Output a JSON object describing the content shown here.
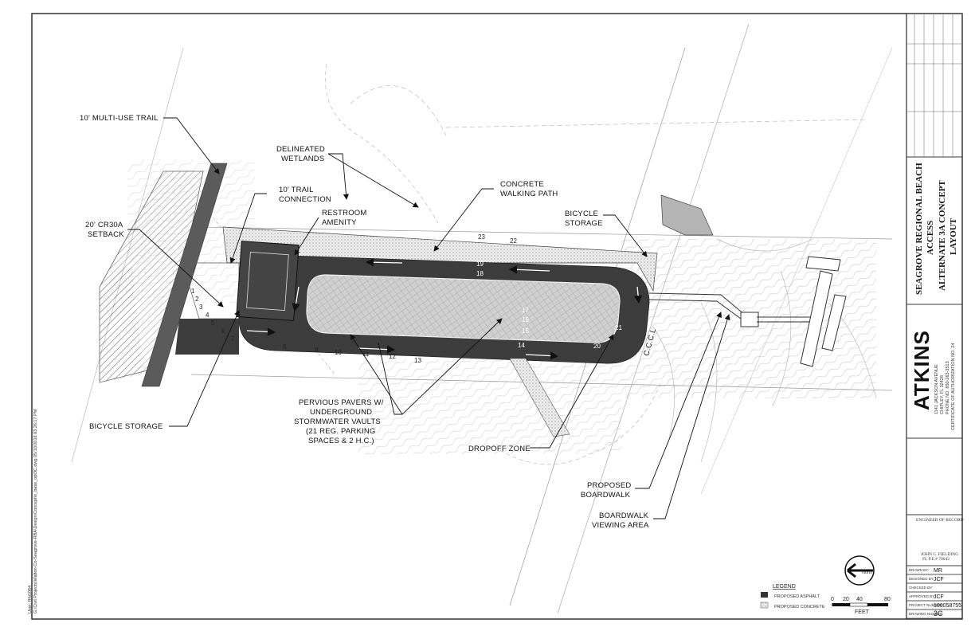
{
  "labels": {
    "trail": "10' MULTI-USE TRAIL",
    "wetlands_1": "DELINEATED",
    "wetlands_2": "WETLANDS",
    "trail_conn_1": "10' TRAIL",
    "trail_conn_2": "CONNECTION",
    "restroom_1": "RESTROOM",
    "restroom_2": "AMENITY",
    "setback_1": "20' CR30A",
    "setback_2": "SETBACK",
    "walk_1": "CONCRETE",
    "walk_2": "WALKING PATH",
    "bike_top_1": "BICYCLE",
    "bike_top_2": "STORAGE",
    "bike_bottom": "BICYCLE STORAGE",
    "pavers_1": "PERVIOUS PAVERS W/",
    "pavers_2": "UNDERGROUND",
    "pavers_3": "STORMWATER VAULTS",
    "pavers_4": "(21 REG. PARKING",
    "pavers_5": "SPACES & 2 H.C.)",
    "dropoff": "DROPOFF ZONE",
    "boardwalk_1": "PROPOSED",
    "boardwalk_2": "BOARDWALK",
    "viewing_1": "BOARDWALK",
    "viewing_2": "VIEWING AREA",
    "cccl": "C.C.C.L"
  },
  "parking_numbers": [
    "19",
    "18",
    "17",
    "16",
    "15",
    "14",
    "13",
    "12",
    "11",
    "10",
    "9",
    "8",
    "7",
    "6",
    "5",
    "4",
    "3",
    "2",
    "1",
    "20",
    "21",
    "22",
    "23"
  ],
  "legend": {
    "title": "LEGEND",
    "asphalt": "PROPOSED ASPHALT",
    "concrete": "PROPOSED CONCRETE"
  },
  "scale": {
    "ticks": [
      "0",
      "20",
      "40",
      "80"
    ],
    "unit": "FEET"
  },
  "north": "North",
  "title_block": {
    "title_1": "SEAGROVE REGIONAL BEACH",
    "title_2": "ACCESS",
    "title_3": "ALTERNATE 3A CONCEPT",
    "title_4": "LAYOUT",
    "company": "ATKINS",
    "address_1": "1141 JACKSON AVENUE",
    "address_2": "CHIPLEY, FL 32428",
    "address_3": "PHONE NO. 850-263-3513",
    "address_4": "CERTIFICATE OF AUTHORIZATION NO. 24",
    "engineer_header": "ENGINEER OF RECORD",
    "engineer_name": "JOHN C. FIELDING",
    "engineer_pe": "FL P.E.# 70042",
    "rows": [
      {
        "label": "DRAWN BY:",
        "value": "MR"
      },
      {
        "label": "DESIGNED BY:",
        "value": "JCF"
      },
      {
        "label": "CHECKED BY:",
        "value": ""
      },
      {
        "label": "APPROVED BY:",
        "value": "JCF"
      },
      {
        "label": "PROJECT NUMBER:",
        "value": "100058755"
      },
      {
        "label": "DRAWING NUMBER:",
        "value": "3C"
      }
    ]
  },
  "file_path": "G:\\Civil Projects\\Walton-Co-Seagrove-RBA\\Design\\Concept\\ir_base_opt3C.dwg  05/10/2018  03:26:17 PM",
  "user": "User: Rhi1064"
}
